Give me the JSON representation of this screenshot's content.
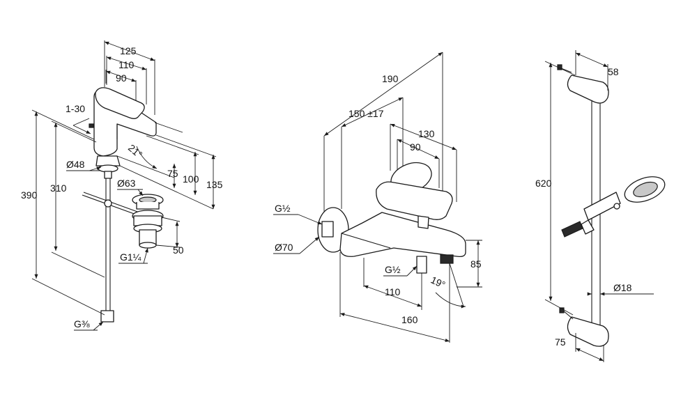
{
  "basin_mixer": {
    "dims": {
      "d125": "125",
      "d110": "110",
      "d90": "90",
      "d1_30": "1-30",
      "d390": "390",
      "d310": "310",
      "angle21": "21°",
      "d48": "Ø48",
      "d75": "75",
      "d100": "100",
      "d135": "135",
      "d63": "Ø63",
      "d50": "50",
      "g114": "G1¼",
      "g38": "G⅜"
    }
  },
  "bath_mixer": {
    "dims": {
      "d190": "190",
      "d150": "150 ±17",
      "d130": "130",
      "d90": "90",
      "g12a": "G½",
      "d70": "Ø70",
      "g12b": "G½",
      "d110": "110",
      "angle19": "19°",
      "d85": "85",
      "d160": "160"
    }
  },
  "shower_rail": {
    "dims": {
      "d58": "58",
      "d620": "620",
      "d18": "Ø18",
      "d75": "75"
    }
  }
}
